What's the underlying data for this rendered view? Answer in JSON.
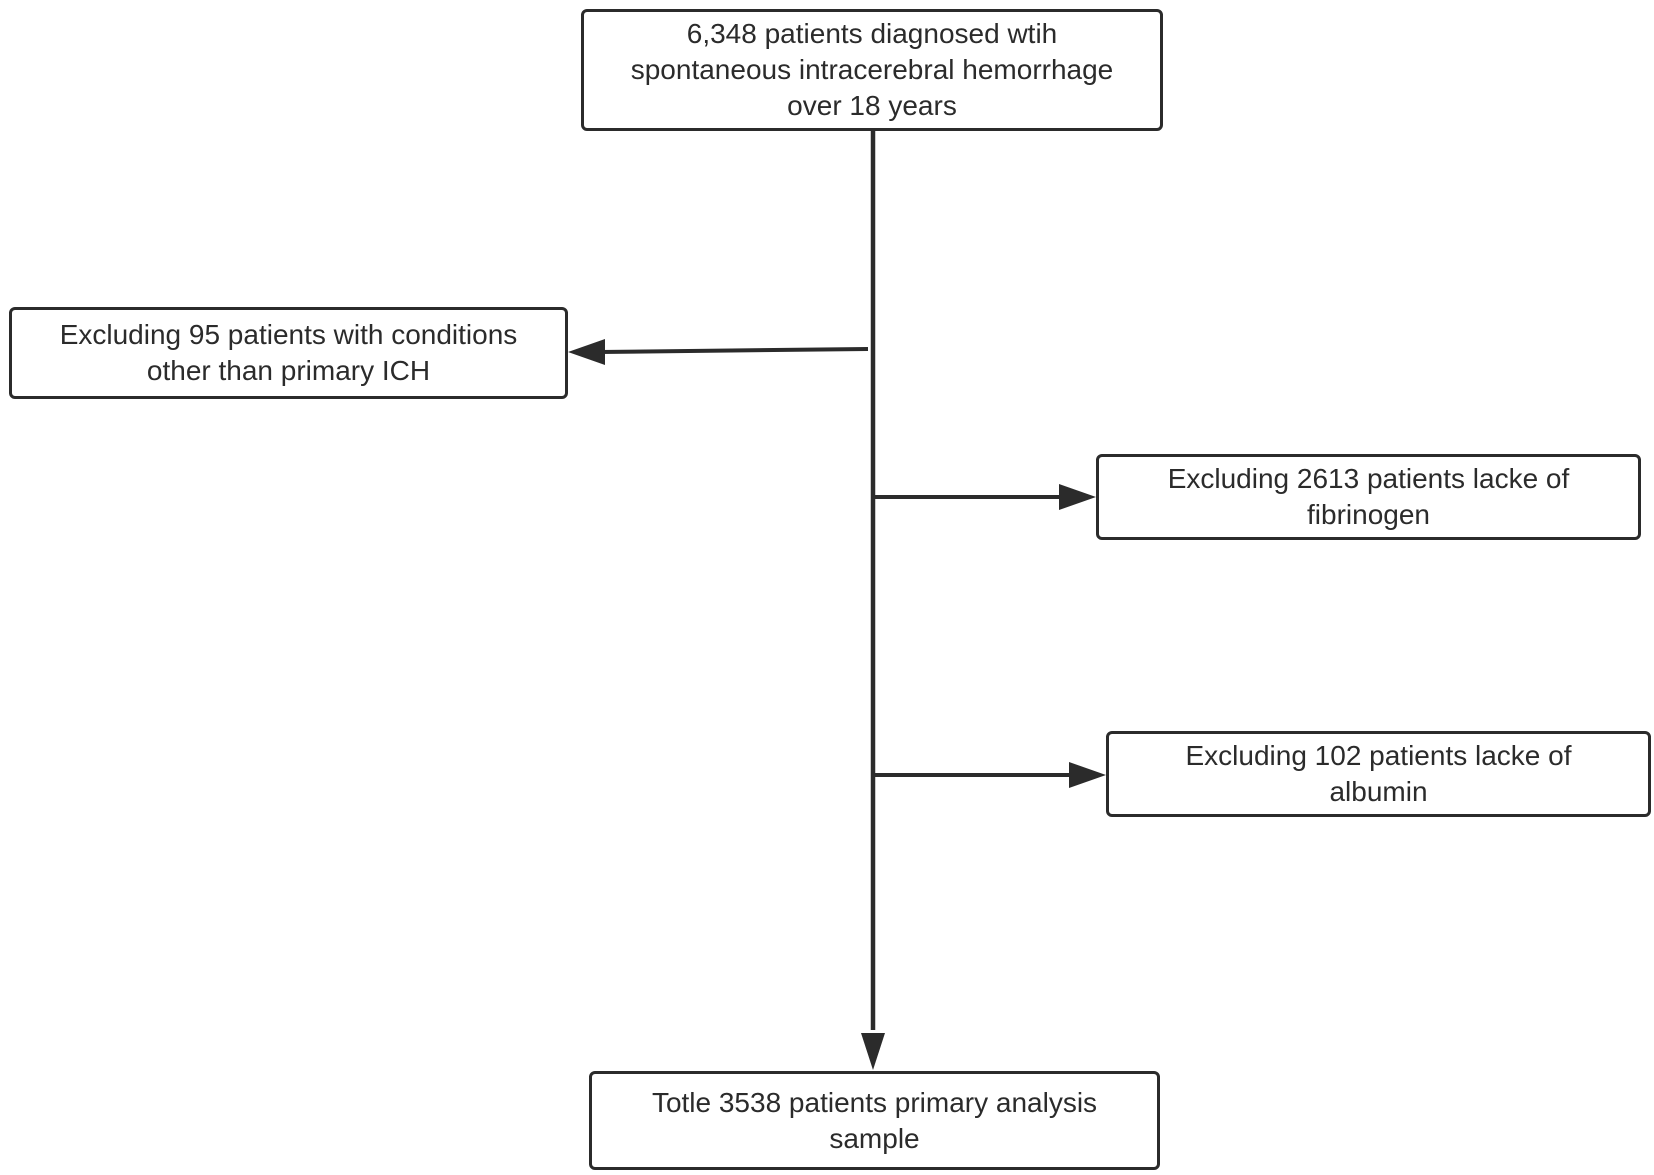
{
  "diagram": {
    "start_box": {
      "lines": [
        "6,348 patients diagnosed wtih",
        "spontaneous intracerebral hemorrhage",
        "over 18 years"
      ]
    },
    "exclusions": [
      {
        "lines": [
          "Excluding 95 patients with conditions",
          "other than primary ICH"
        ],
        "direction": "left"
      },
      {
        "lines": [
          "Excluding 2613 patients lacke of",
          "fibrinogen"
        ],
        "direction": "right"
      },
      {
        "lines": [
          "Excluding 102 patients lacke of",
          "albumin"
        ],
        "direction": "right"
      }
    ],
    "final_box": {
      "lines": [
        "Totle 3538 patients primary analysis",
        "sample"
      ]
    },
    "colors": {
      "stroke": "#2b2b2b",
      "text": "#2b2b2b",
      "background": "#ffffff"
    }
  }
}
